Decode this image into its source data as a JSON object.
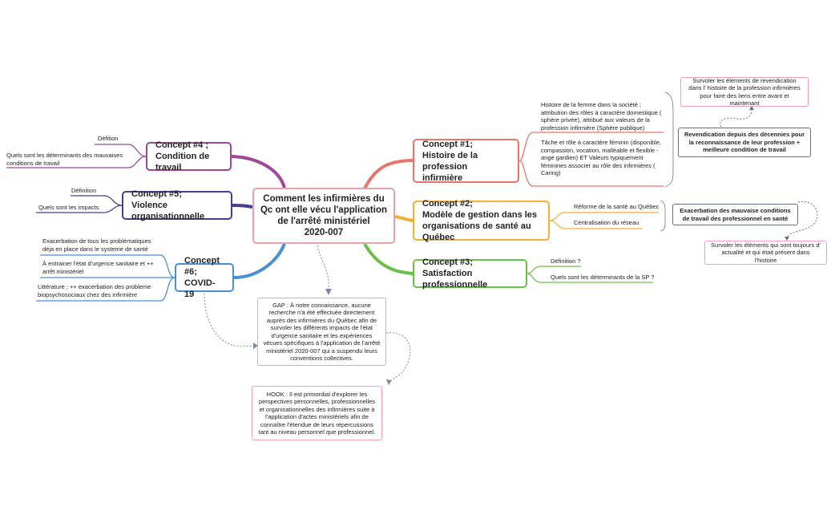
{
  "center": {
    "title": "Comment les infirmières du Qc ont elle vécu l'application de l'arrêté ministériel 2020-007",
    "line1": "Comment les infirmières du",
    "line2": "Qc ont elle vécu l'application",
    "line3": "de l'arrêté ministériel",
    "line4": "2020-007"
  },
  "concept1": {
    "label1": "Concept #1;",
    "label2": "Histoire de la profession",
    "label3": "infirmière",
    "sub1": "Histoire de la femme dans la société ; attribution des rôles à caractère domestique ( sphère privée), attribué aux valeurs de la profession infirmière (Sphère publique)",
    "sub2": "Tâche et rôle à caractère féminin (disponible, compassion, vocation, malléable et flexible - ange gardien) ET Valeurs typiquement féminines associer au rôle des infirmières ( Caring)",
    "summary": "Revendication depuis des décennies pour la reconnaissance de leur profession + meilleure condition de travail",
    "callout": "Survoler les éléments de revendication dans l' histoire de la profession infirmières pour faire des liens entre avant et maintenant"
  },
  "concept2": {
    "label1": "Concept #2;",
    "label2": "Modèle de gestion dans les",
    "label3": "organisations de santé au Québec",
    "sub1": "Réforme de la santé au Québec",
    "sub2": "Centralisation du réseau",
    "summary": "Exacerbation des mauvaise conditions de travail des professionnel en santé",
    "callout": "Survoler les éléments qui sont toujours d' actualité et qui était présent dans l'histoire"
  },
  "concept3": {
    "label1": "Concept #3;",
    "label2": "Satisfaction professionnelle",
    "sub1": "Définition ?",
    "sub2": "Quels sont les déterminants de la SP ?"
  },
  "concept4": {
    "label1": "Concept #4 ;",
    "label2": "Condition de travail",
    "sub1": "Défition",
    "sub2": "Quels sont les déterminants des mauvaises conditions de travail"
  },
  "concept5": {
    "label1": "Concept #5;",
    "label2": "Violence organisationnelle",
    "sub1": "Définition",
    "sub2": "Quels sont les impacts"
  },
  "concept6": {
    "label1": "Concept #6;",
    "label2": "COVID-19",
    "sub1": "Exacerbation de tous les problématiques déja en place dans le systeme de santé",
    "sub2": "À entrainer l'état d'urgence sanitaire et ++ arrêt ministériel",
    "sub3": "Littérature ; ++ exacerbation des probleme biopsychosociaux chez des infirmière"
  },
  "gap": "GAP : À notre connaissance, aucune recherche n'a été effectuée directement auprès des infirmières du Québec afin de survoler les différents impacts de l'état d'urgence sanitaire et les expériences vécues spécifiques à l'application de l'arrêté ministériel 2020-007 qui a suspendu leurs conventions collectives.",
  "hook": "HOOK : Il est primordial d'explorer les perspectives personnelles, professionnelles et organisationnelles des infirmières suite à l'application d'actes ministériels afin de connaître l'étendue de leurs répercussions tant au niveau personnel que professionnel.",
  "colors": {
    "concept1": "#e8756a",
    "concept2": "#f2b134",
    "concept3": "#6cc04a",
    "concept4": "#a0479a",
    "concept5": "#4b3c8e",
    "concept6": "#4a8fd6",
    "center_border": "#e6a3a8",
    "callout_border": "#f2a0b4",
    "summary_border": "#6a6f88"
  }
}
